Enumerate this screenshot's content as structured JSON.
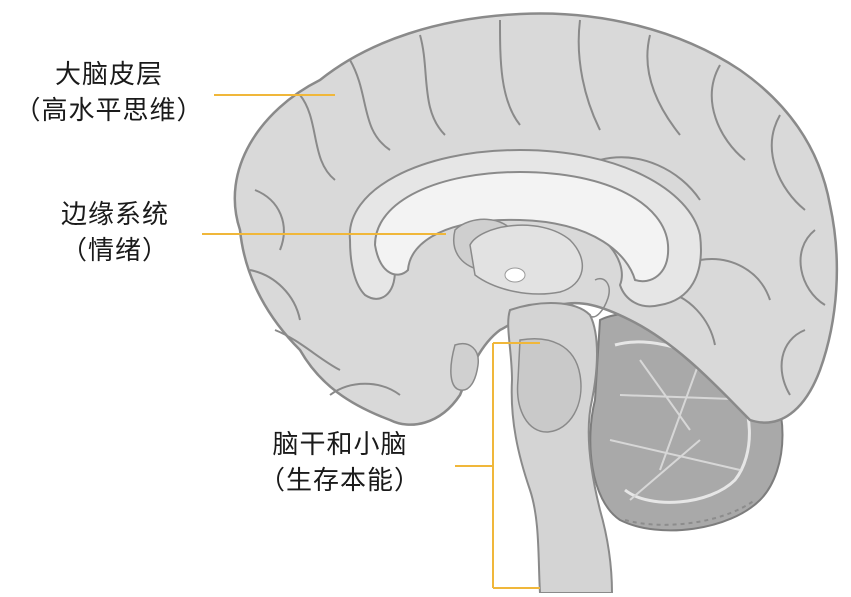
{
  "labels": {
    "cortex": {
      "line1": "大脑皮层",
      "line2": "（高水平思维）"
    },
    "limbic": {
      "line1": "边缘系统",
      "line2": "（情绪）"
    },
    "brainstem": {
      "line1": "脑干和小脑",
      "line2": "（生存本能）"
    }
  },
  "colors": {
    "leader_line": "#f0b73a",
    "brain_fill": "#d9d9d9",
    "brain_light": "#ebebeb",
    "brain_dark": "#a9a9a9",
    "outline": "#8a8a8a"
  }
}
